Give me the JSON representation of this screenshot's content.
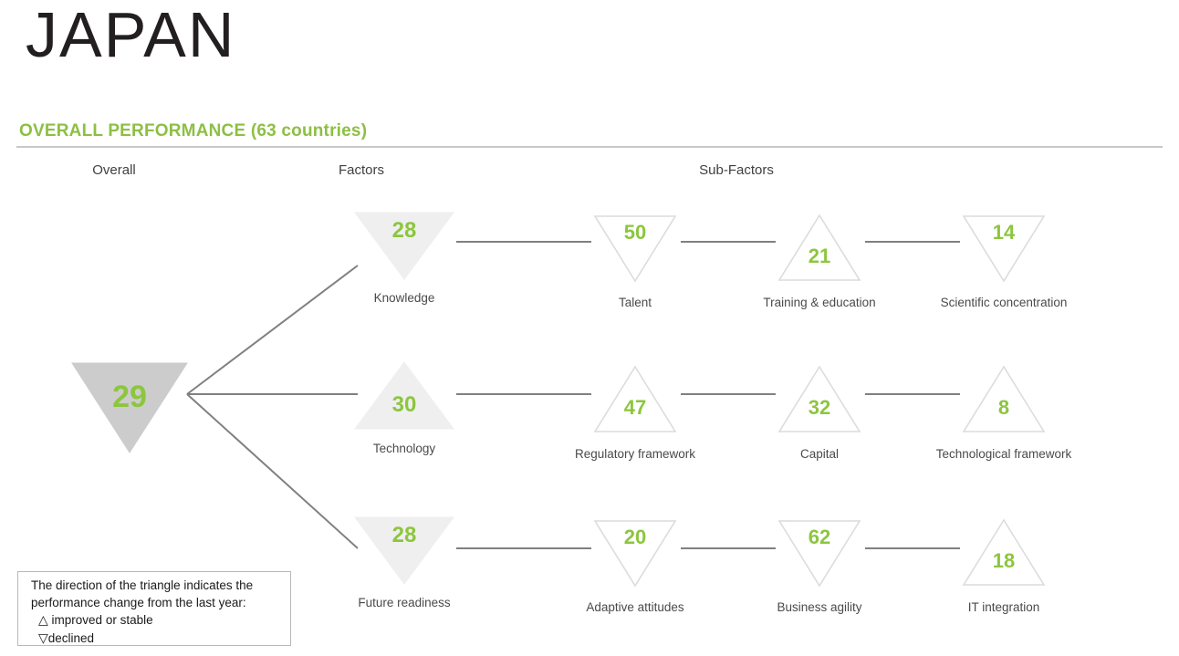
{
  "title": "JAPAN",
  "section": {
    "heading": "OVERALL PERFORMANCE  (63 countries)",
    "columns": {
      "overall": "Overall",
      "factors": "Factors",
      "subfactors": "Sub-Factors"
    }
  },
  "colors": {
    "accent_green": "#8CC63E",
    "heading_green": "#8DBF44",
    "overall_fill": "#cccccc",
    "factor_fill": "#efefef",
    "outline": "#dcdcdc",
    "connector": "#808080",
    "label_text": "#4a4a4a",
    "title_text": "#231f20"
  },
  "legend": {
    "line1": "The direction of the triangle indicates the",
    "line2": "performance change from the last year:",
    "improved_glyph": "△",
    "improved_label": "improved or stable",
    "declined_glyph": "▽",
    "declined_label": "declined"
  },
  "chart_data": {
    "type": "diagram",
    "title": "OVERALL PERFORMANCE  (63 countries)",
    "country": "JAPAN",
    "total_countries": 63,
    "rank_scale": "1 = best of 63 countries",
    "direction_meaning": {
      "up": "improved or stable",
      "down": "declined"
    },
    "overall": {
      "label": "Overall",
      "rank": 29,
      "direction": "down",
      "style": "filled-dark"
    },
    "factors": [
      {
        "label": "Knowledge",
        "rank": 28,
        "direction": "down",
        "style": "filled-light",
        "subfactors": [
          {
            "label": "Talent",
            "rank": 50,
            "direction": "down",
            "style": "outline"
          },
          {
            "label": "Training & education",
            "rank": 21,
            "direction": "up",
            "style": "outline"
          },
          {
            "label": "Scientific concentration",
            "rank": 14,
            "direction": "down",
            "style": "outline"
          }
        ]
      },
      {
        "label": "Technology",
        "rank": 30,
        "direction": "up",
        "style": "filled-light",
        "subfactors": [
          {
            "label": "Regulatory framework",
            "rank": 47,
            "direction": "up",
            "style": "outline"
          },
          {
            "label": "Capital",
            "rank": 32,
            "direction": "up",
            "style": "outline"
          },
          {
            "label": "Technological framework",
            "rank": 8,
            "direction": "up",
            "style": "outline"
          }
        ]
      },
      {
        "label": "Future readiness",
        "rank": 28,
        "direction": "down",
        "style": "filled-light",
        "subfactors": [
          {
            "label": "Adaptive attitudes",
            "rank": 20,
            "direction": "down",
            "style": "outline"
          },
          {
            "label": "Business agility",
            "rank": 62,
            "direction": "down",
            "style": "outline"
          },
          {
            "label": "IT integration",
            "rank": 18,
            "direction": "up",
            "style": "outline"
          }
        ]
      }
    ]
  }
}
